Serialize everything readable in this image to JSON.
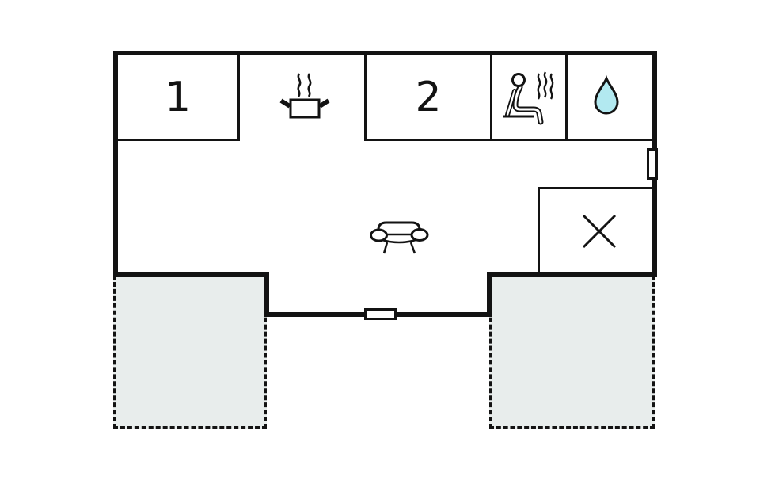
{
  "colors": {
    "line": "#131313",
    "terrace": "#e8edec",
    "drop": "#b2e9f0",
    "bg": "#ffffff"
  },
  "rooms": {
    "bedroom1": {
      "label": "1"
    },
    "bedroom2": {
      "label": "2"
    },
    "kitchen": {
      "icon": "cooking-pot-steam-icon"
    },
    "sauna": {
      "icon": "sauna-person-icon"
    },
    "bathroom": {
      "icon": "water-drop-icon"
    },
    "living_area": {
      "icon": "sofa-icon"
    },
    "unspecified_room": {
      "icon": "x-mark-icon"
    }
  },
  "openings": {
    "window": "window-marker",
    "door": "door-marker"
  }
}
